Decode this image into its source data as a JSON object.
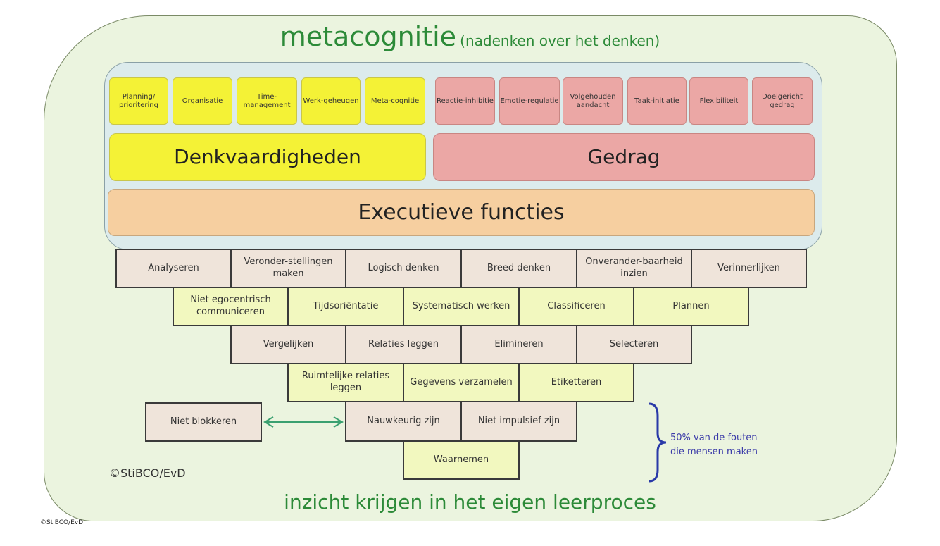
{
  "title": {
    "main": "metacognitie",
    "sub": "(nadenken over het denken)"
  },
  "executive": {
    "denk_items": [
      "Planning/ prioritering",
      "Organisatie",
      "Time-management",
      "Werk-geheugen",
      "Meta-cognitie"
    ],
    "gedrag_items": [
      "Reactie-inhibitie",
      "Emotie-regulatie",
      "Volgehouden aandacht",
      "Taak-initiatie",
      "Flexibiliteit",
      "Doelgericht gedrag"
    ],
    "denk_label": "Denkvaardigheden",
    "gedrag_label": "Gedrag",
    "ef_label": "Executieve functies"
  },
  "pyramid": {
    "row1": [
      "Analyseren",
      "Veronder-stellingen maken",
      "Logisch denken",
      "Breed denken",
      "Onverander-baarheid inzien",
      "Verinnerlijken"
    ],
    "row2": [
      "Niet egocentrisch communiceren",
      "Tijdsoriëntatie",
      "Systematisch werken",
      "Classificeren",
      "Plannen"
    ],
    "row3": [
      "Vergelijken",
      "Relaties leggen",
      "Elimineren",
      "Selecteren"
    ],
    "row4": [
      "Ruimtelijke relaties leggen",
      "Gegevens verzamelen",
      "Etiketteren"
    ],
    "row5": [
      "Nauwkeurig zijn",
      "Niet impulsief zijn"
    ],
    "row6": [
      "Waarnemen"
    ],
    "side": "Niet blokkeren"
  },
  "note": {
    "line1": "50% van de fouten",
    "line2": "die mensen maken"
  },
  "copyright": "©StiBCO/EvD",
  "bottom": "inzicht krijgen in het eigen leerproces",
  "footer": "©StiBCO/EvD",
  "colors": {
    "background": "#ebf4df",
    "green_text": "#2c8a38",
    "yellow": "#f4f236",
    "pink": "#eba7a5",
    "orange": "#f6cfa0",
    "brick_light": "#efe4da",
    "brick_yellow": "#f2f8bf",
    "arrow": "#3aa070",
    "brace": "#2a3aa8"
  }
}
